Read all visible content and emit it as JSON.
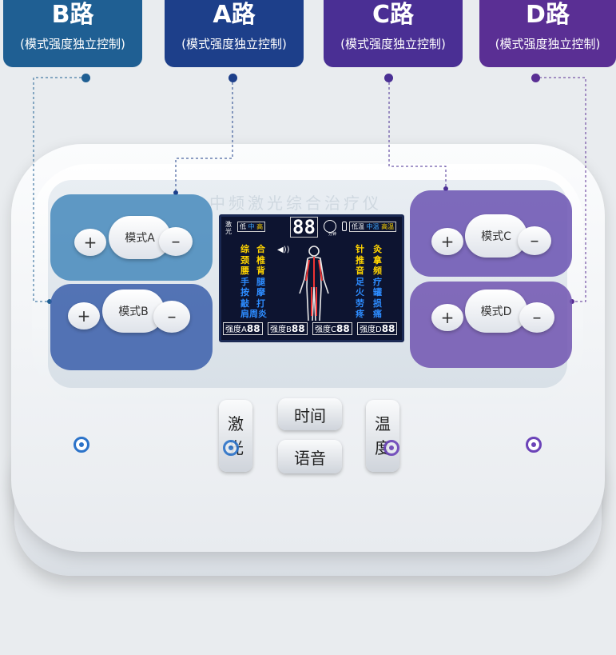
{
  "channels": [
    {
      "name": "B路",
      "subtitle": "(模式强度独立控制)",
      "color": "#1f5f93"
    },
    {
      "name": "A路",
      "subtitle": "(模式强度独立控制)",
      "color": "#1d3f8a"
    },
    {
      "name": "C路",
      "subtitle": "(模式强度独立控制)",
      "color": "#4a2f94"
    },
    {
      "name": "D路",
      "subtitle": "(模式强度独立控制)",
      "color": "#5a2f94"
    }
  ],
  "device": {
    "brand_text": "中频激光综合治疗仪",
    "pads": {
      "a": {
        "plus": "+",
        "mode": "模式A",
        "minus": "–"
      },
      "b": {
        "plus": "+",
        "mode": "模式B",
        "minus": "–"
      },
      "c": {
        "plus": "+",
        "mode": "模式C",
        "minus": "–"
      },
      "d": {
        "plus": "+",
        "mode": "模式D",
        "minus": "–"
      }
    },
    "keys": {
      "laser": "激 光",
      "time": "时间",
      "voice": "语音",
      "temperature": "温 度"
    }
  },
  "lcd": {
    "laser_label": "激光",
    "laser_levels": [
      "低",
      "中",
      "高"
    ],
    "timer_digits": "88",
    "timer_unit": "分钟",
    "temp_levels": [
      "低温",
      "中温",
      "高温"
    ],
    "left_col1": [
      "综",
      "颈",
      "腰",
      "手",
      "按",
      "敲",
      "肩周炎"
    ],
    "left_col2": [
      "合",
      "椎",
      "背",
      "腿",
      "摩",
      "打"
    ],
    "right_col1": [
      "针",
      "推",
      "音",
      "足",
      "火",
      "劳"
    ],
    "right_col2": [
      "灸",
      "拿",
      "频",
      "疗",
      "罐",
      "损",
      "痛"
    ],
    "extra_right": "疼",
    "strengths": [
      {
        "label": "强度A",
        "value": "88"
      },
      {
        "label": "强度B",
        "value": "88"
      },
      {
        "label": "强度C",
        "value": "88"
      },
      {
        "label": "强度D",
        "value": "88"
      }
    ]
  },
  "colors": {
    "blue_pad": "#4f86b8",
    "indigo_pad": "#3f5aa6",
    "purple_pad": "#6d55b3",
    "lcd_bg": "#0d1430"
  }
}
